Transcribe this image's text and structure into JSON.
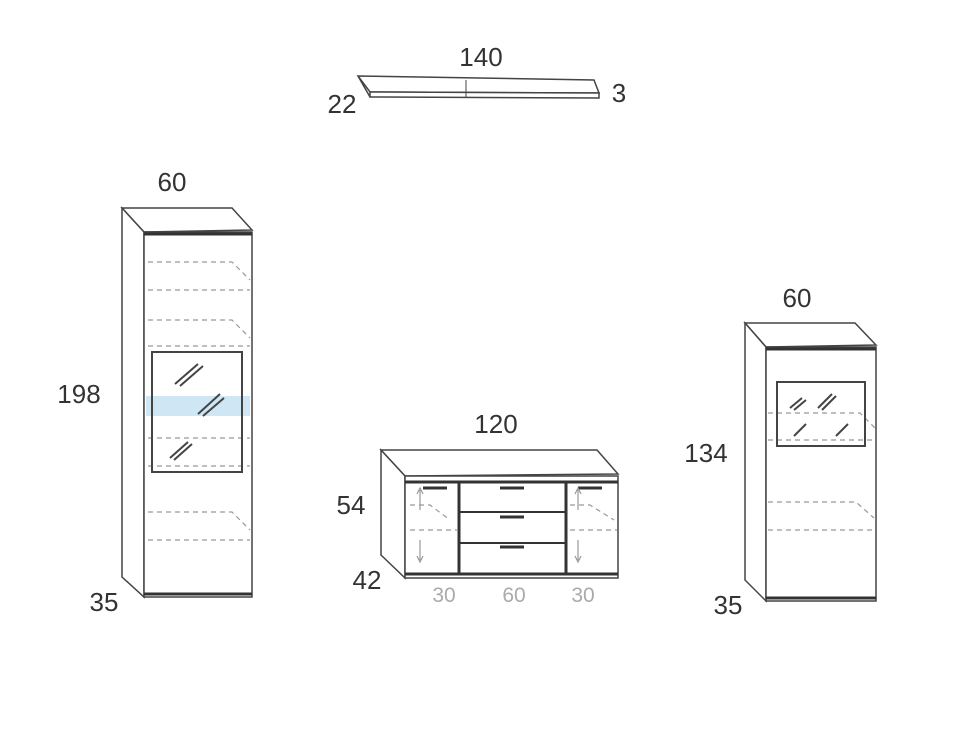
{
  "shelf": {
    "width": "140",
    "depth": "22",
    "thickness": "3"
  },
  "tall_cabinet": {
    "width": "60",
    "height": "198",
    "depth": "35"
  },
  "sideboard": {
    "width": "120",
    "height": "54",
    "depth": "42",
    "sections": [
      "30",
      "60",
      "30"
    ]
  },
  "short_cabinet": {
    "width": "60",
    "height": "134",
    "depth": "35"
  },
  "colors": {
    "highlight": "#cfe6f5",
    "line": "#444444"
  }
}
